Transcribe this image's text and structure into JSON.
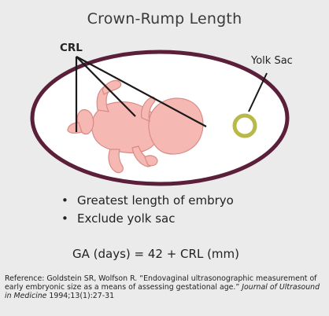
{
  "title": "Crown-Rump Length",
  "labels": {
    "crl": "CRL",
    "yolk_sac": "Yolk Sac"
  },
  "bullets": [
    "Greatest length of embryo",
    "Exclude yolk sac"
  ],
  "bullet_symbol": "•",
  "formula": "GA (days) = 42 + CRL (mm)",
  "reference": {
    "prefix": "Reference: Goldstein SR, Wolfson R.  “Endovaginal ultrasonographic measurement of early embryonic size as a means of assessing gestational age.”  ",
    "journal": "Journal of Ultrasound in Medicine",
    "suffix": " 1994;13(1):27-31"
  },
  "colors": {
    "background": "#ebebeb",
    "gestational_sac_outline": "#5b1f3a",
    "gestational_sac_fill": "#ffffff",
    "embryo_fill": "#f6b8b3",
    "embryo_outline": "#d98a86",
    "yolk_sac_ring": "#b9b84a",
    "pointer_lines": "#1a1a1a"
  }
}
